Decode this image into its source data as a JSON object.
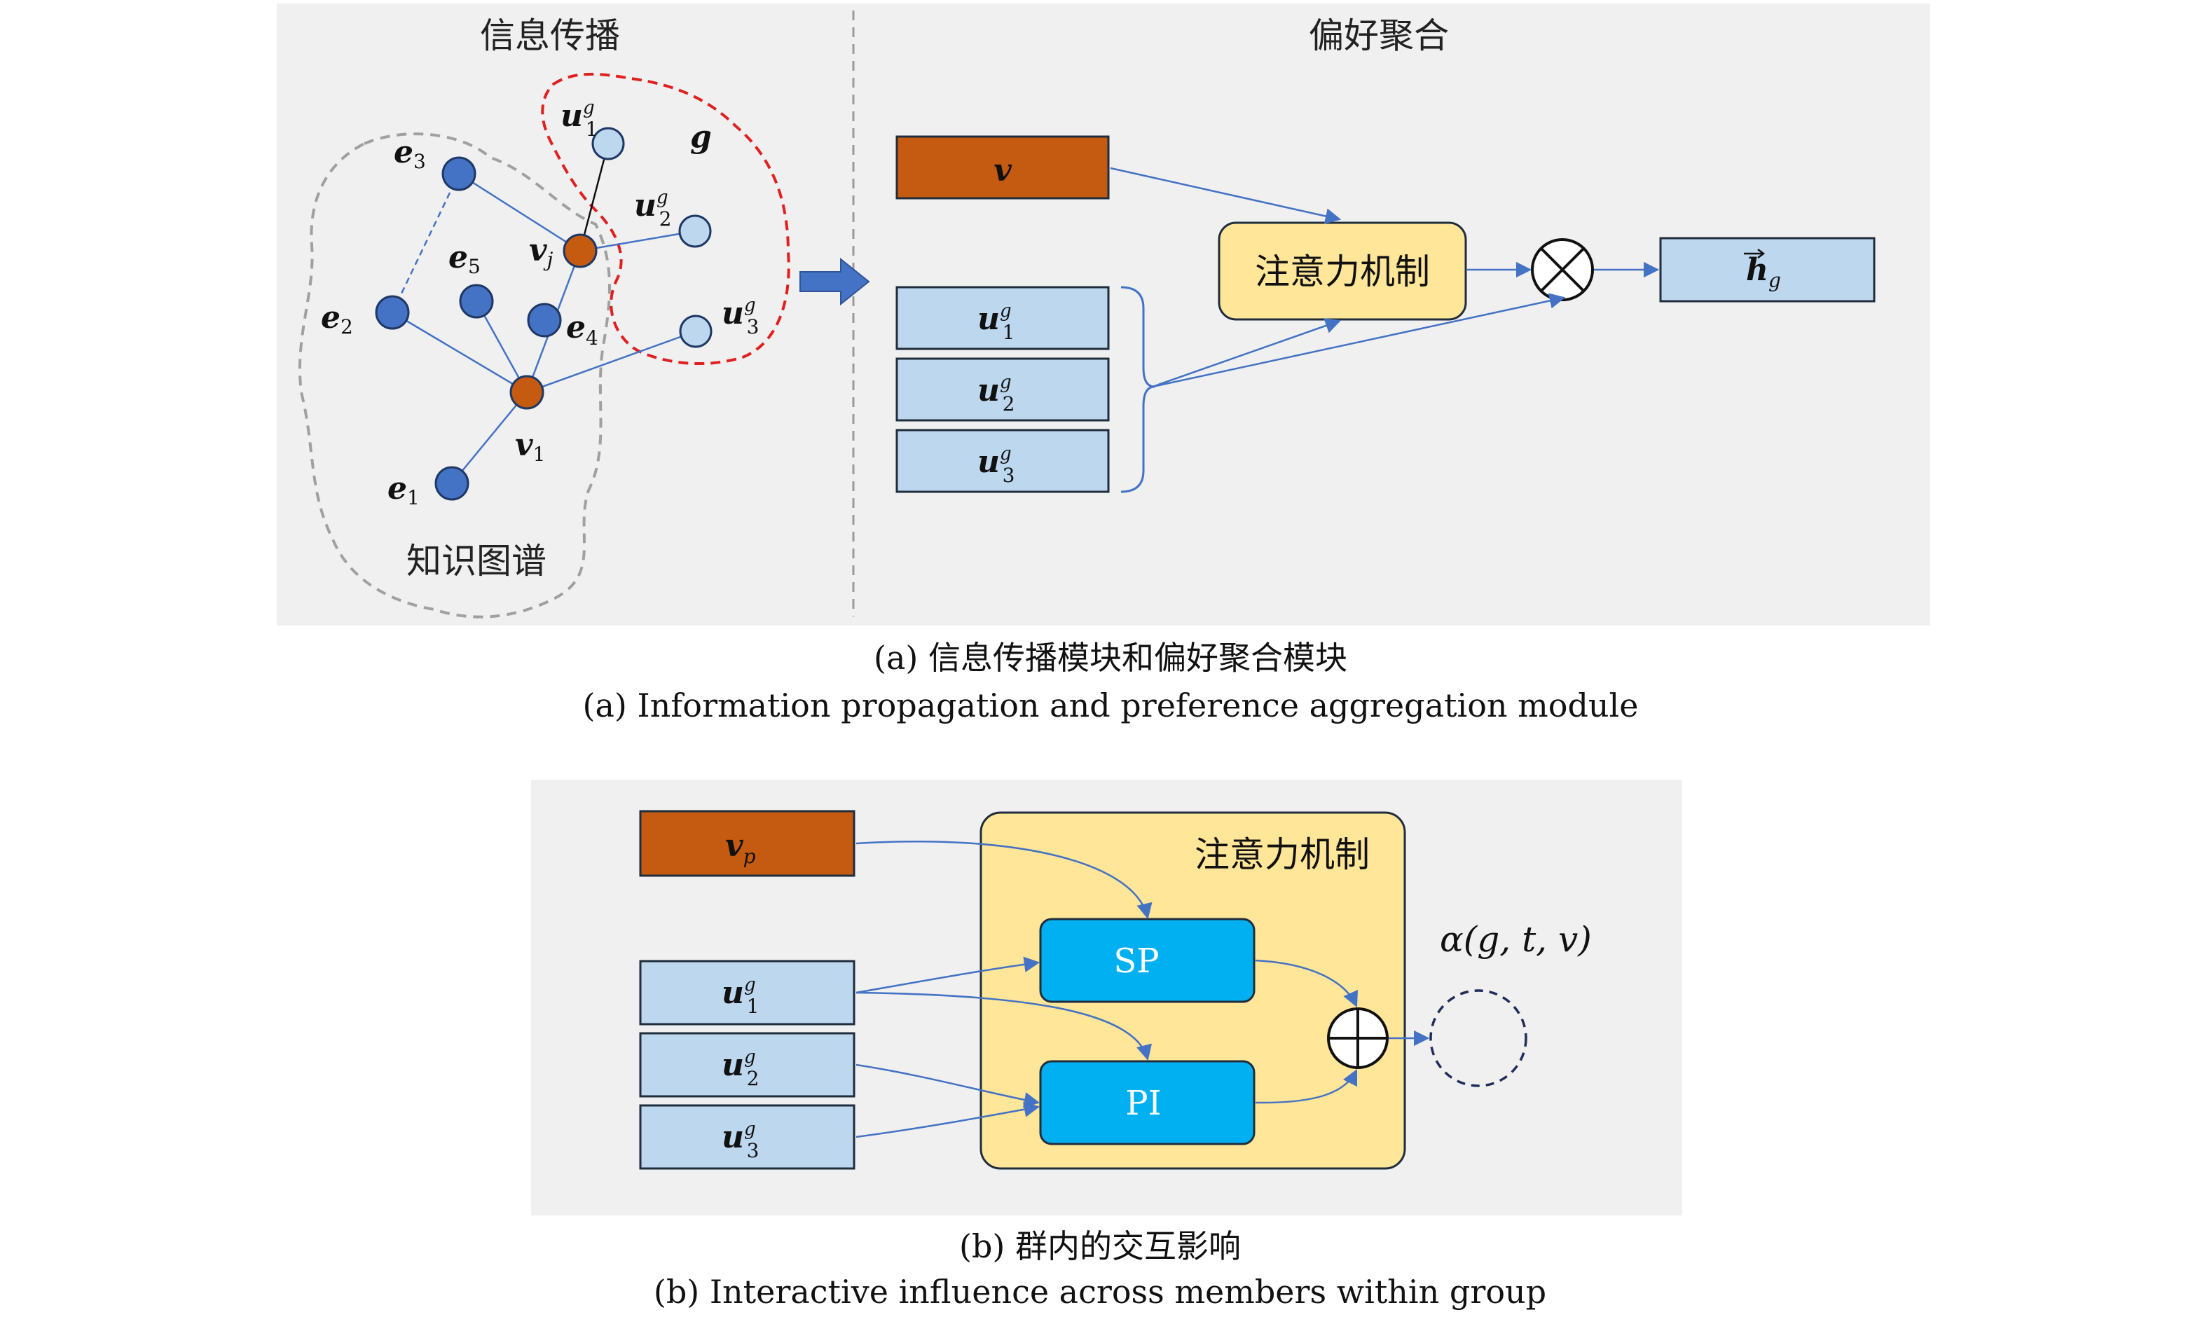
{
  "panel_a": {
    "header_left": "信息传播",
    "header_right": "偏好聚合",
    "kg_label": "知识图谱",
    "group_label": "g",
    "nodes": {
      "u1": {
        "base": "u",
        "sup": "g",
        "sub": "1"
      },
      "u2": {
        "base": "u",
        "sup": "g",
        "sub": "2"
      },
      "u3": {
        "base": "u",
        "sup": "g",
        "sub": "3"
      },
      "e1": {
        "base": "e",
        "sub": "1"
      },
      "e2": {
        "base": "e",
        "sub": "2"
      },
      "e3": {
        "base": "e",
        "sub": "3"
      },
      "e4": {
        "base": "e",
        "sub": "4"
      },
      "e5": {
        "base": "e",
        "sub": "5"
      },
      "vj": {
        "base": "v",
        "sub": "j"
      },
      "v1": {
        "base": "v",
        "sub": "1"
      }
    },
    "v_box": "v",
    "user_boxes": [
      {
        "base": "u",
        "sup": "g",
        "sub": "1"
      },
      {
        "base": "u",
        "sup": "g",
        "sub": "2"
      },
      {
        "base": "u",
        "sup": "g",
        "sub": "3"
      }
    ],
    "attention_label": "注意力机制",
    "output_label": {
      "base": "h",
      "sub": "g"
    },
    "caption_cn": "(a) 信息传播模块和偏好聚合模块",
    "caption_en": "(a) Information propagation and preference aggregation module"
  },
  "panel_b": {
    "vp_box": {
      "base": "v",
      "sub": "p"
    },
    "user_boxes": [
      {
        "base": "u",
        "sup": "g",
        "sub": "1"
      },
      {
        "base": "u",
        "sup": "g",
        "sub": "2"
      },
      {
        "base": "u",
        "sup": "g",
        "sub": "3"
      }
    ],
    "attention_label": "注意力机制",
    "sp_label": "SP",
    "pi_label": "PI",
    "alpha_label": "α(g, t, v)",
    "caption_cn": "(b) 群内的交互影响",
    "caption_en": "(b) Interactive influence across members within group"
  },
  "colors": {
    "background_panel": "#f0f0f0",
    "node_dark": "#4472c4",
    "node_light": "#bdd7ee",
    "node_orange": "#c55a11",
    "box_blue": "#bdd7ee",
    "box_orange": "#c55a11",
    "attention_fill": "#ffe699",
    "sp_pi_fill": "#00b0f0",
    "edge": "#4472c4",
    "group_outline": "#e02020",
    "kg_outline": "#a0a0a0"
  }
}
